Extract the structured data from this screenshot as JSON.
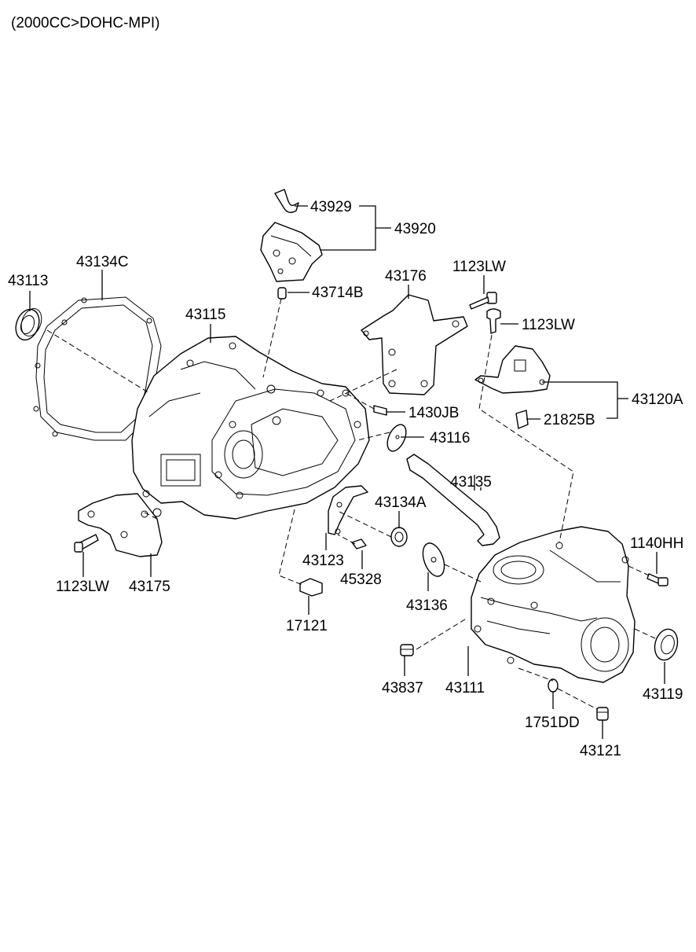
{
  "diagram": {
    "title": "(2000CC>DOHC-MPI)",
    "labels": {
      "p43929": "43929",
      "p43920": "43920",
      "p43714B": "43714B",
      "p43176": "43176",
      "p1123LW_top": "1123LW",
      "p1123LW_mid": "1123LW",
      "p43113": "43113",
      "p43134C": "43134C",
      "p43115": "43115",
      "p43120A": "43120A",
      "p21825B": "21825B",
      "p1430JB": "1430JB",
      "p43116": "43116",
      "p43135": "43135",
      "p43134A": "43134A",
      "p43123": "43123",
      "p45328": "45328",
      "p1123LW_left": "1123LW",
      "p43175": "43175",
      "p1140HH": "1140HH",
      "p43136": "43136",
      "p17121": "17121",
      "p43837": "43837",
      "p43111": "43111",
      "p43119": "43119",
      "p1751DD": "1751DD",
      "p43121": "43121"
    }
  }
}
